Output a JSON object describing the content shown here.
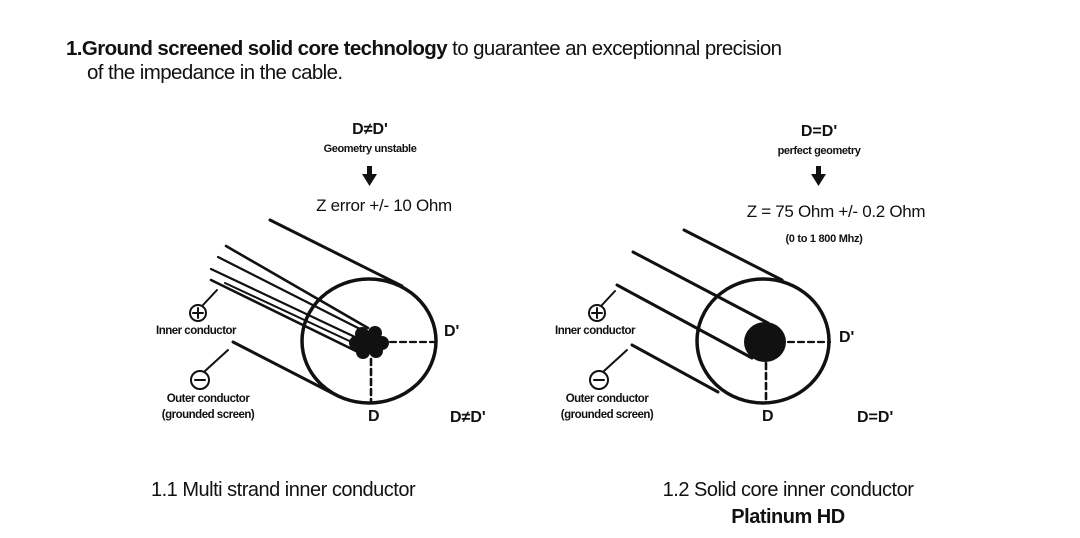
{
  "heading": {
    "bold_part": "1.Ground screened solid core technology",
    "rest_part": " to guarantee an exceptionnal precision",
    "line2": "of the impedance in the cable."
  },
  "left_diagram": {
    "condition": "D≠D'",
    "condition_note": "Geometry unstable",
    "arrow_icon": "down-arrow",
    "impedance": "Z  error +/-  10 Ohm",
    "plus_label": "Inner conductor",
    "minus_label_1": "Outer conductor",
    "minus_label_2": "(grounded screen)",
    "d_label": "D",
    "d_prime_label": "D'",
    "relation": "D≠D'",
    "caption": "1.1 Multi strand inner conductor"
  },
  "right_diagram": {
    "condition": "D=D'",
    "condition_note": "perfect geometry",
    "arrow_icon": "down-arrow",
    "impedance": "Z = 75 Ohm +/- 0.2 Ohm",
    "frequency_range": "(0 to 1 800 Mhz)",
    "plus_label": "Inner conductor",
    "minus_label_1": "Outer conductor",
    "minus_label_2": "(grounded screen)",
    "d_label": "D",
    "d_prime_label": "D'",
    "relation": "D=D'",
    "caption": "1.2 Solid core inner conductor",
    "product": "Platinum HD"
  }
}
